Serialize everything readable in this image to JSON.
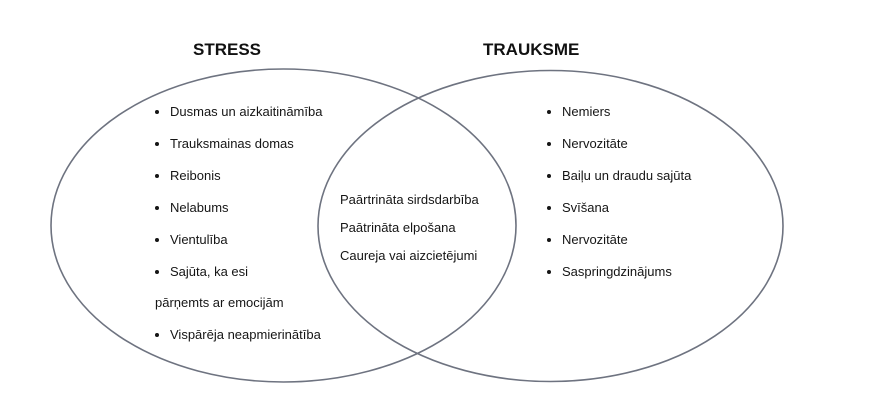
{
  "diagram": {
    "type": "venn",
    "colors": {
      "outline": "#6e7380",
      "text": "#151515",
      "background": "#ffffff"
    },
    "sets": [
      {
        "id": "stress",
        "title": "STRESS",
        "items": [
          "Dusmas un aizkaitināmība",
          "Trauksmainas domas",
          "Reibonis",
          "Nelabums",
          "Vientulība",
          "Sajūta, ka esi",
          "pārņemts ar emocijām",
          "Vispārēja neapmierinātība"
        ]
      },
      {
        "id": "trauksme",
        "title": "TRAUKSME",
        "items": [
          "Nemiers",
          "Nervozitāte",
          "Baiļu un draudu sajūta",
          "Svīšana",
          "Nervozitāte",
          "Saspringdzinājums"
        ]
      }
    ],
    "intersection": {
      "items": [
        "Paārtrināta sirdsdarbība",
        "Paātrināta elpošana",
        "Caureja vai aizcietējumi"
      ]
    }
  }
}
